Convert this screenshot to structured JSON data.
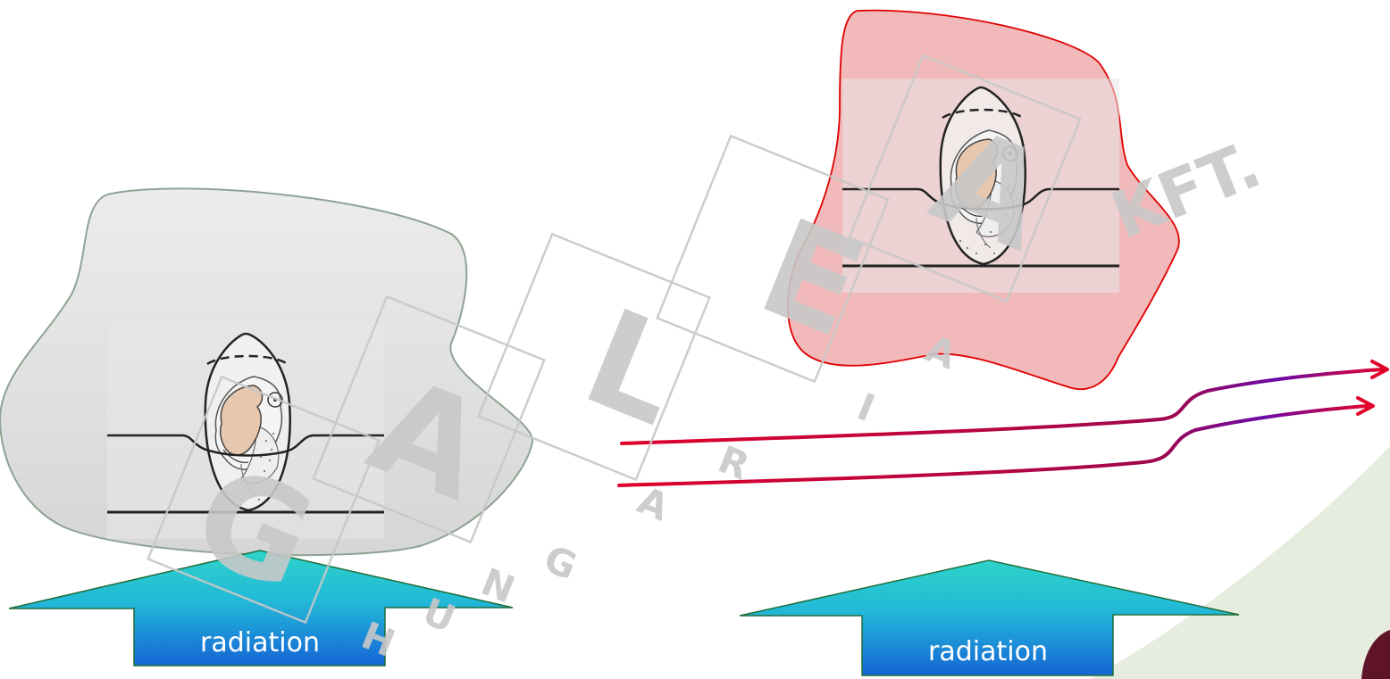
{
  "colors": {
    "page_background": "#ffffff",
    "left_blob_fill": "#dcdcdc",
    "left_blob_stroke": "#8fa392",
    "right_blob_fill": "#eeaaaa",
    "right_blob_stroke": "#e00000",
    "arrow_top": "#2ed3c8",
    "arrow_bottom": "#1565d6",
    "arrow_stroke": "#1e6e3c",
    "signal_red": "#e0002a",
    "signal_purple": "#6a0aa8",
    "embryo_skin": "#e7c7ad",
    "watermark": "#c8c8c8",
    "corner_green": "#e2ead8",
    "corner_maroon": "#5e1329"
  },
  "icons": {
    "left_figure": "embryo-in-uterus-icon",
    "right_figure": "embryo-in-uterus-icon",
    "left_arrow": "upward-block-arrow-icon",
    "right_arrow": "upward-block-arrow-icon",
    "signals": "curved-signal-arrows-icon",
    "watermark": "galea-hungaria-kft-watermark"
  },
  "left_panel": {
    "arrow_label": "radiation"
  },
  "right_panel": {
    "arrow_label": "radiation"
  },
  "watermark_text": {
    "large_letters": [
      "G",
      "A",
      "L",
      "E",
      "A"
    ],
    "small_letters": [
      "H",
      "U",
      "N",
      "G",
      "A",
      "R",
      "I",
      "A"
    ],
    "suffix": "KFT."
  }
}
